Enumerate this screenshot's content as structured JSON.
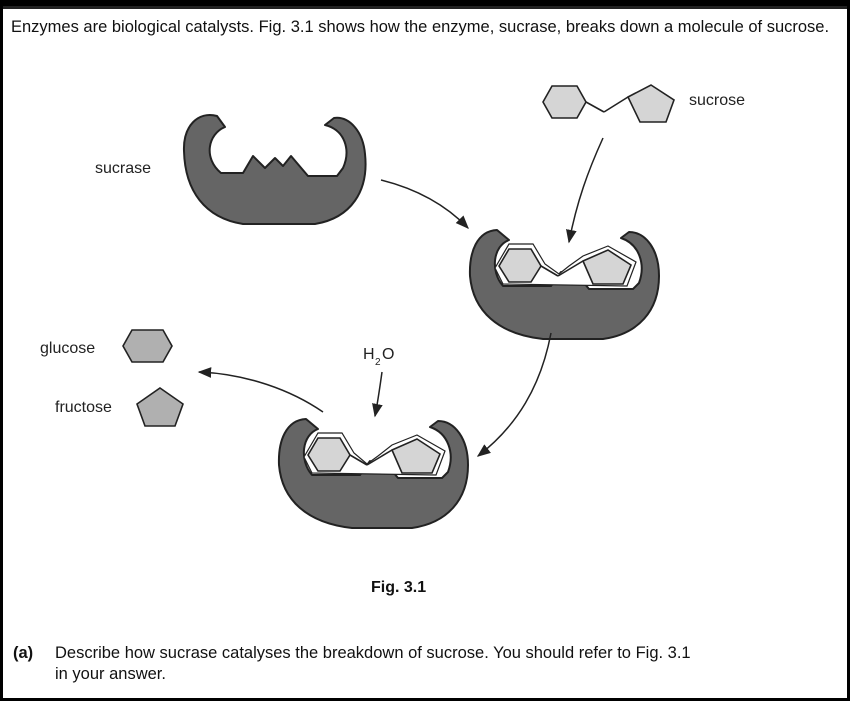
{
  "intro": "Enzymes are biological catalysts. Fig. 3.1 shows how the enzyme, sucrase, breaks down a molecule of sucrose.",
  "labels": {
    "sucrose": "sucrose",
    "sucrase": "sucrase",
    "glucose": "glucose",
    "fructose": "fructose",
    "water_H": "H",
    "water_2": "2",
    "water_O": "O"
  },
  "figure_caption": "Fig. 3.1",
  "question": {
    "label": "(a)",
    "text_line1": "Describe how sucrase catalyses the breakdown of sucrose. You should refer to Fig. 3.1",
    "text_line2": "in your answer."
  },
  "colors": {
    "enzyme_fill": "#656565",
    "sugar_light": "#d5d5d5",
    "sugar_mid": "#b0b0b0"
  }
}
